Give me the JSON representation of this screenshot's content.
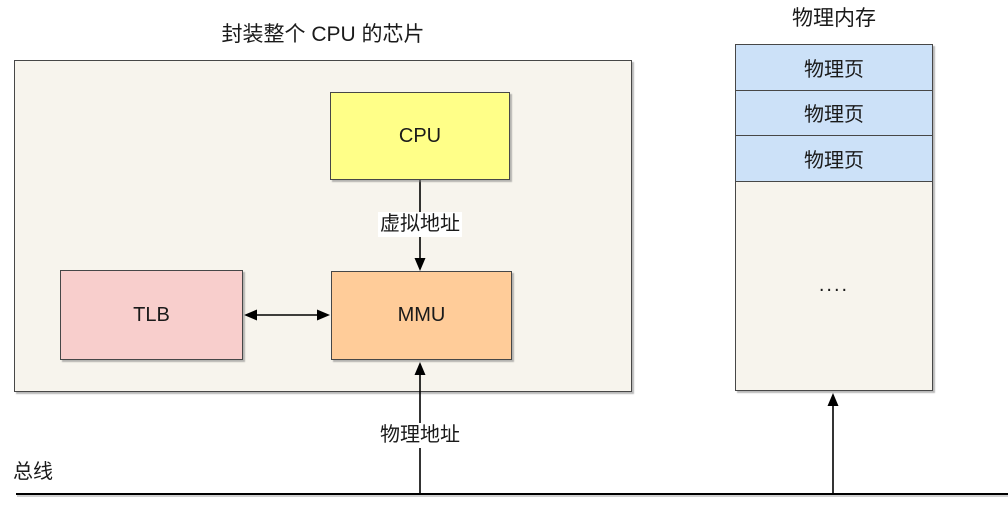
{
  "titles": {
    "chip": "封装整个 CPU 的芯片",
    "memory": "物理内存"
  },
  "chip": {
    "cpu_label": "CPU",
    "tlb_label": "TLB",
    "mmu_label": "MMU"
  },
  "edges": {
    "virtual_address": "虚拟地址",
    "physical_address": "物理地址"
  },
  "bus": {
    "label": "总线"
  },
  "memory": {
    "pages": [
      "物理页",
      "物理页",
      "物理页"
    ],
    "ellipsis": "...."
  },
  "colors": {
    "cpu_fill": "#ffff88",
    "tlb_fill": "#f8cecc",
    "mmu_fill": "#ffcc99",
    "page_fill": "#cce1f8",
    "container_fill": "#f7f4ed",
    "border": "#474747",
    "line": "#000000"
  }
}
